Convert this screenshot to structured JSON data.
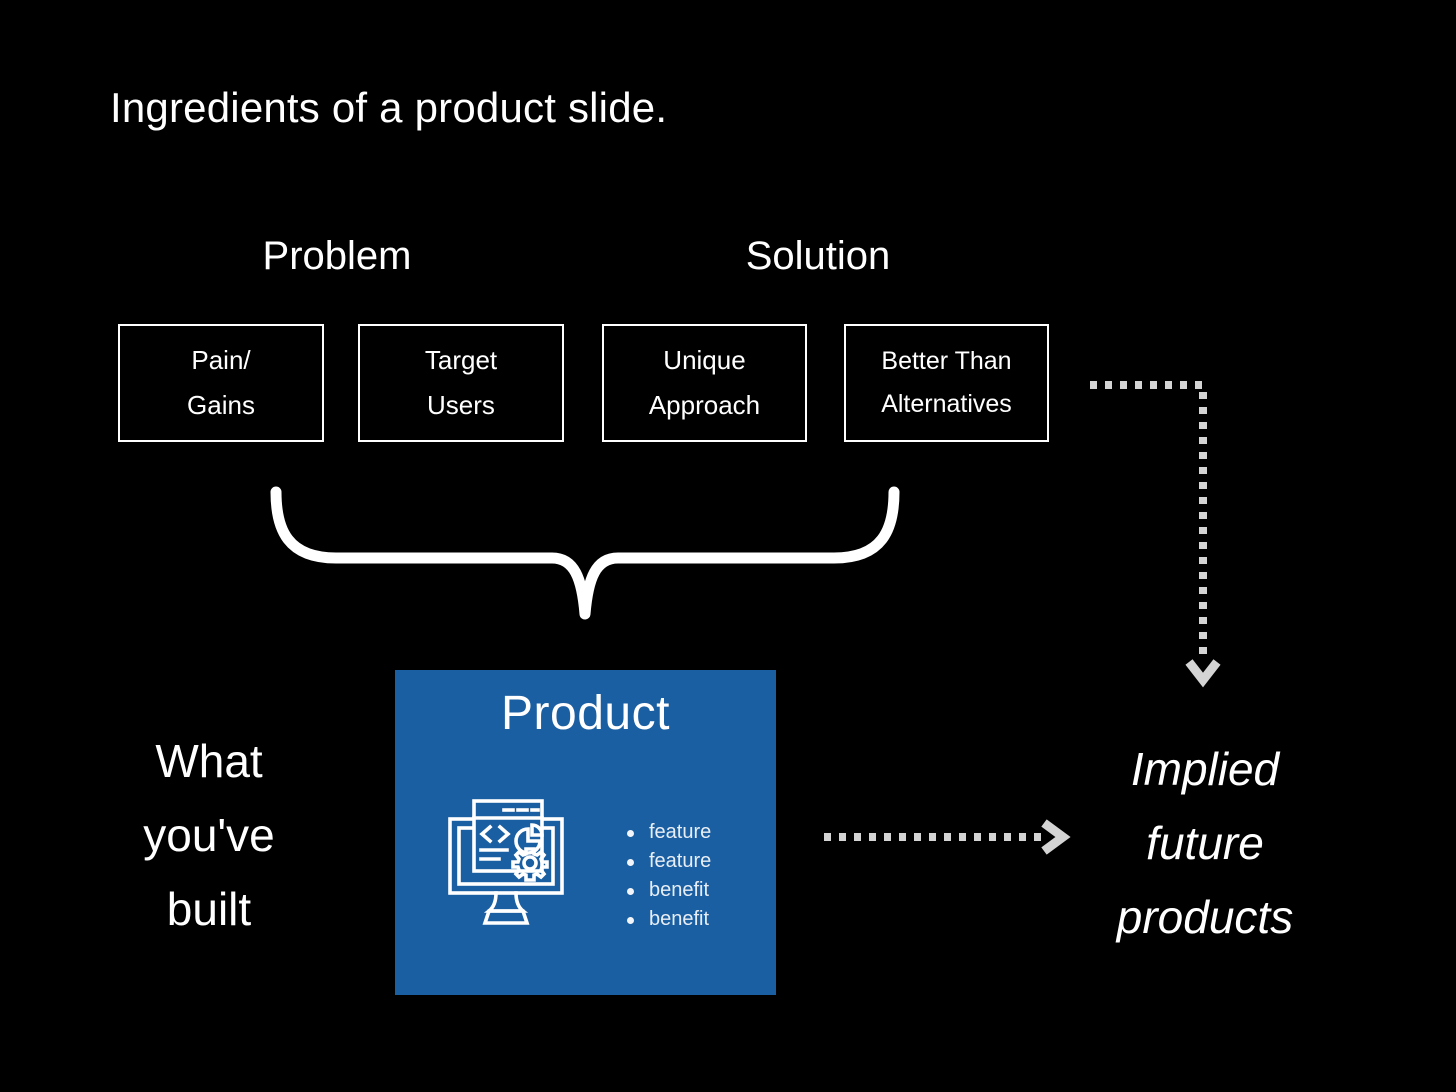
{
  "slide": {
    "title": "Ingredients of a product slide.",
    "background_color": "#000000",
    "text_color": "#ffffff",
    "accent_color": "#1b5fa3",
    "connector_color": "#d4d4d4"
  },
  "sections": [
    {
      "label": "Problem"
    },
    {
      "label": "Solution"
    }
  ],
  "ingredient_boxes": [
    {
      "label": "Pain/\nGains"
    },
    {
      "label": "Target\nUsers"
    },
    {
      "label": "Unique\nApproach"
    },
    {
      "label": "Better Than\nAlternatives"
    }
  ],
  "product_card": {
    "title": "Product",
    "icon": "monitor-dashboard-icon",
    "bullets": [
      "feature",
      "feature",
      "benefit",
      "benefit"
    ]
  },
  "captions": {
    "left": "What\nyou've\nbuilt",
    "right": "Implied\nfuture\nproducts"
  },
  "connectors": {
    "brace": "curly-brace-down",
    "elbow_arrow": "dotted-elbow-arrow-down",
    "straight_arrow": "dotted-arrow-right"
  }
}
